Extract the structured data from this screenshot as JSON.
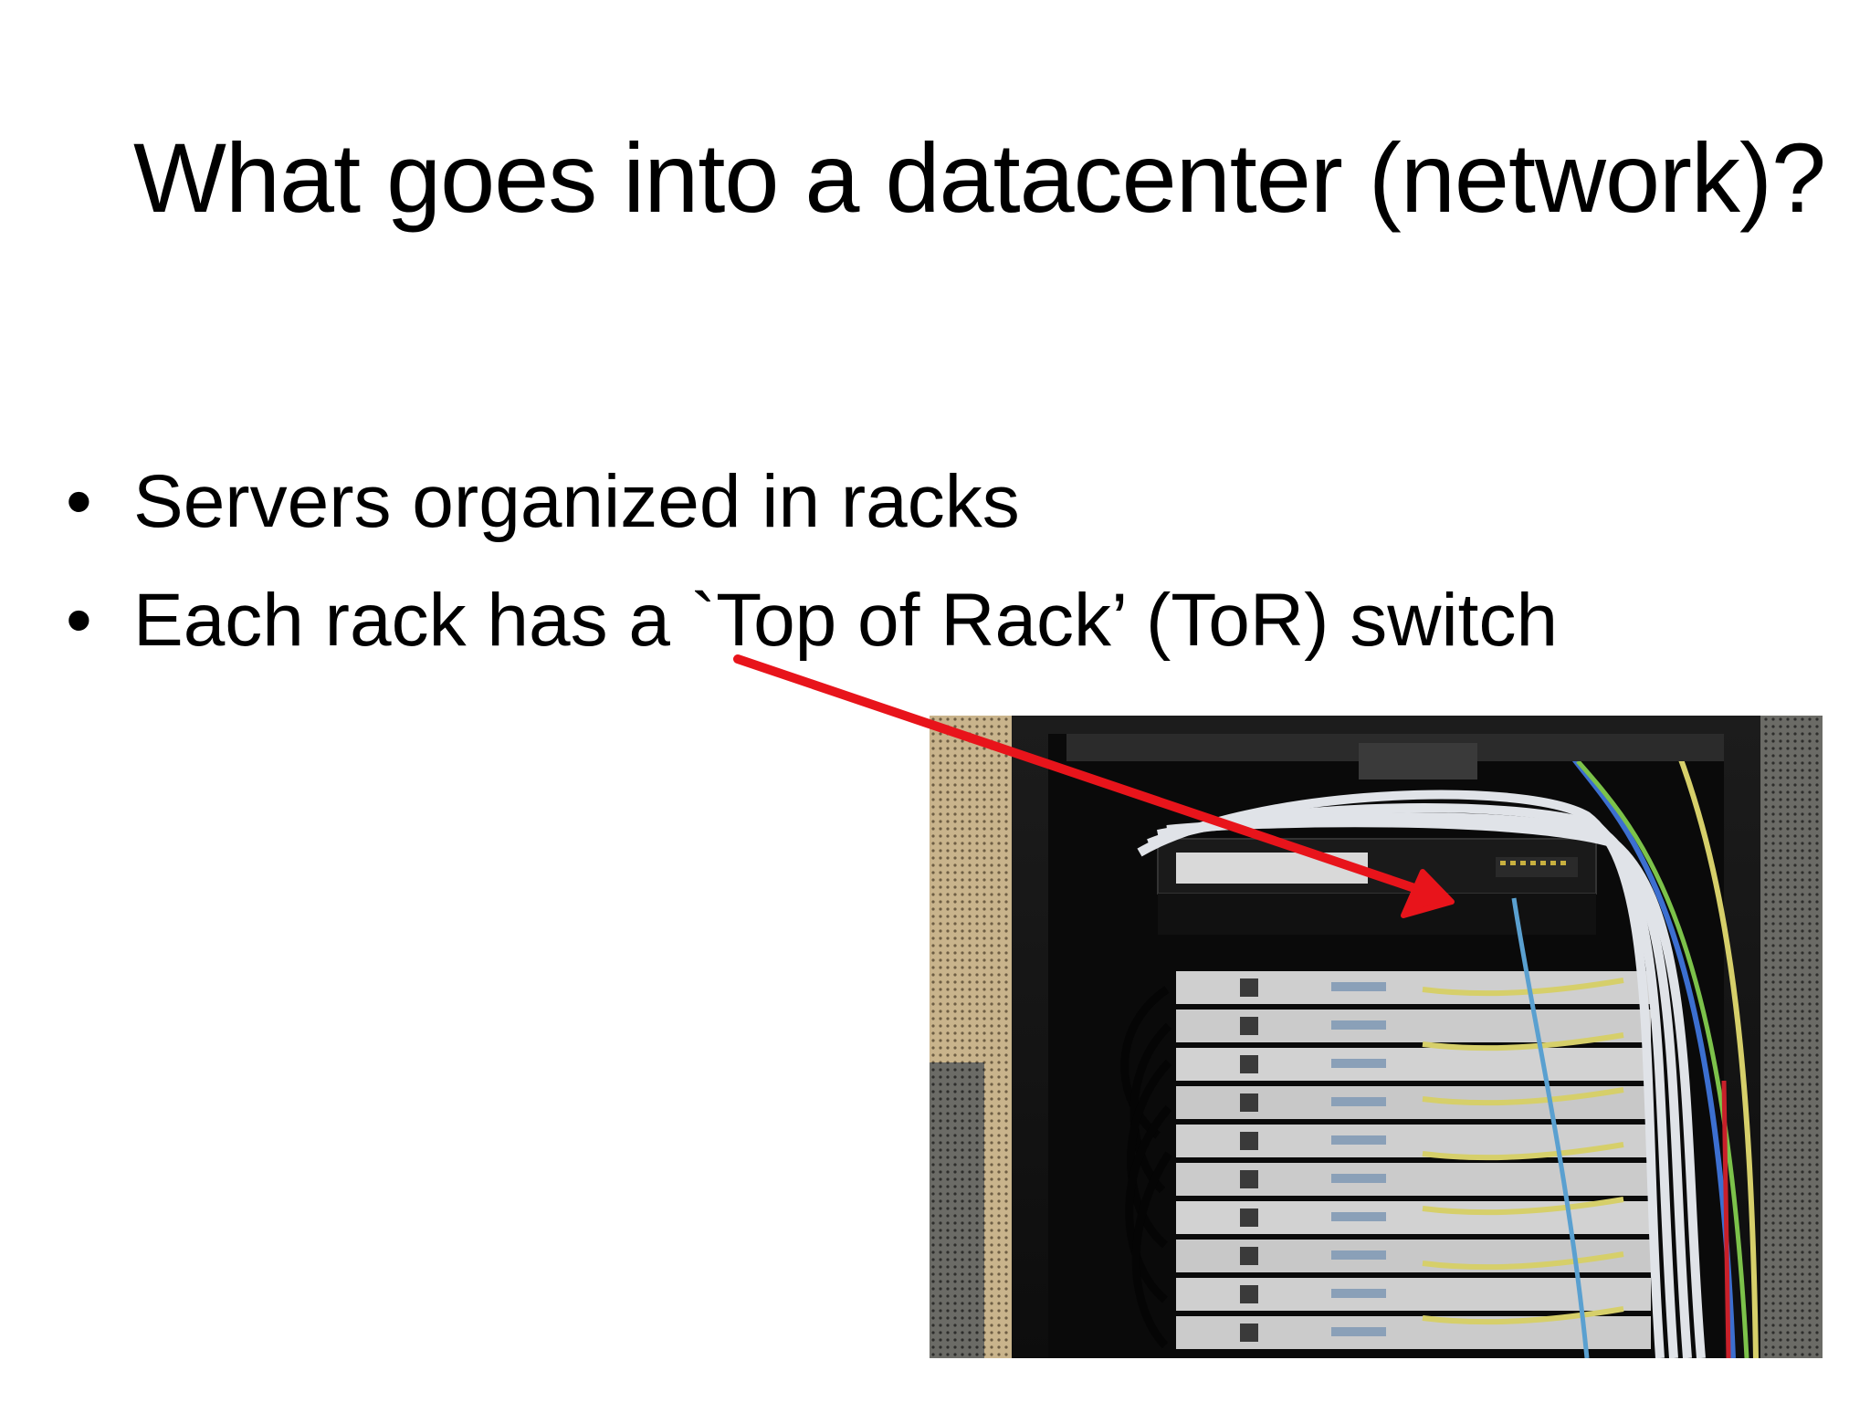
{
  "slide": {
    "title": "What goes into a datacenter (network)?",
    "bullets": [
      "Servers organized in racks",
      "Each rack has a `Top of Rack’ (ToR) switch"
    ],
    "bullet_glyph": "•"
  },
  "photo": {
    "subject": "server rack with top-of-rack switch and cabling"
  },
  "colors": {
    "arrow": "#e8141b",
    "text": "#000000",
    "background": "#ffffff"
  }
}
